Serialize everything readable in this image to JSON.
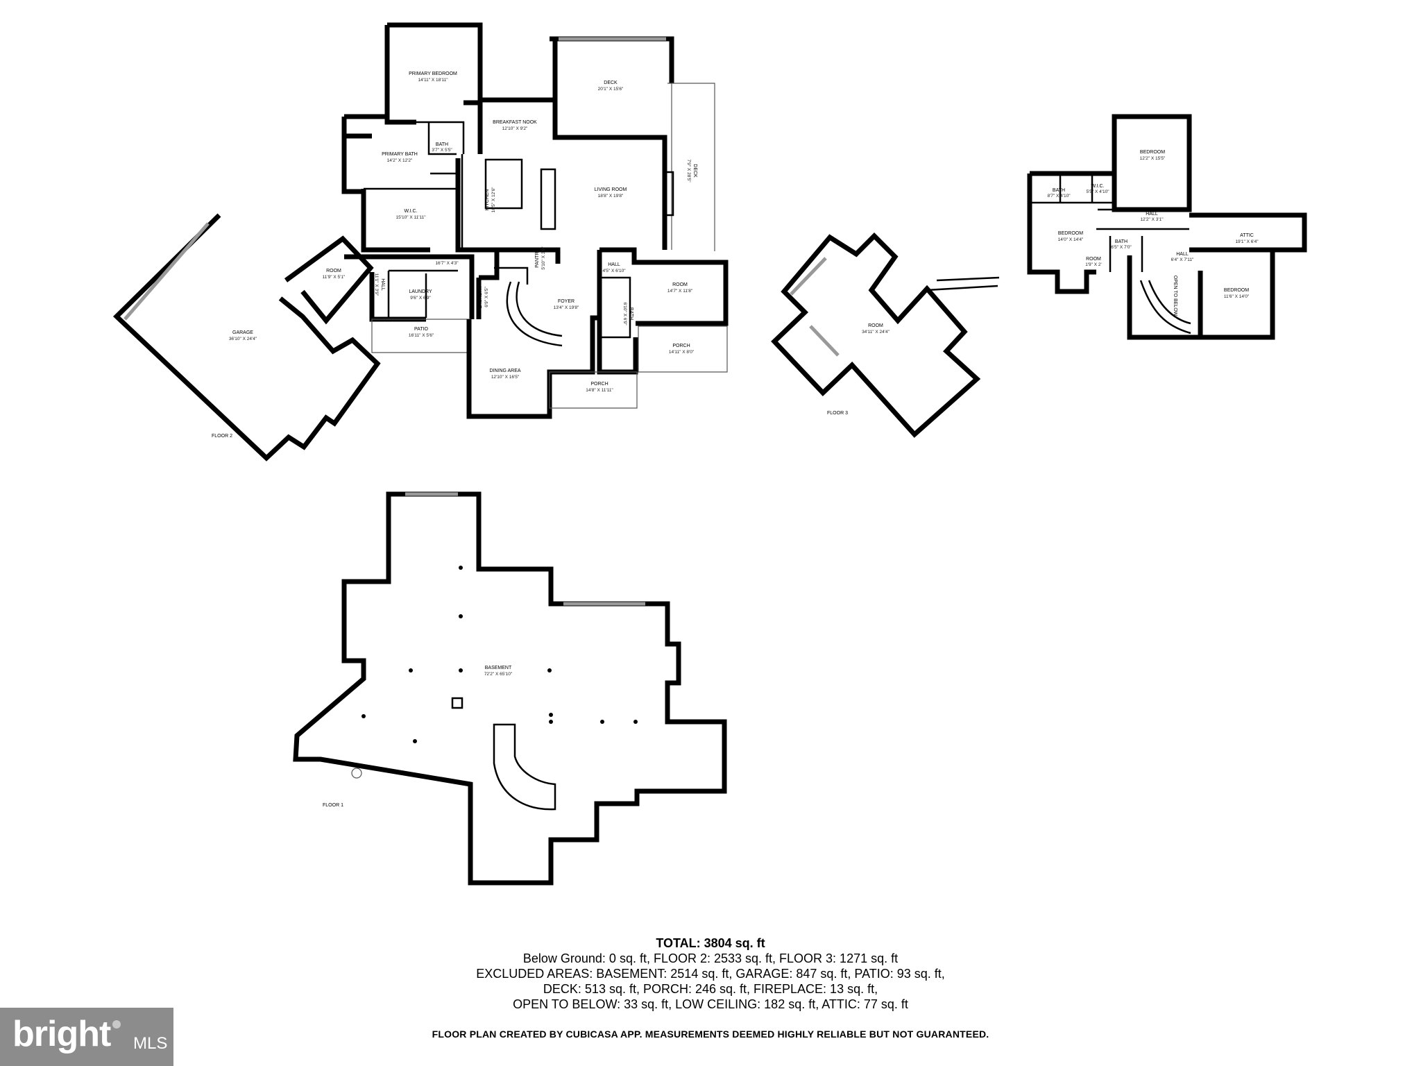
{
  "rooms": {
    "primary_bedroom": {
      "name": "PRIMARY BEDROOM",
      "dim": "14'11\" X 18'11\""
    },
    "deck_top": {
      "name": "DECK",
      "dim": "20'1\" X 15'6\""
    },
    "breakfast_nook": {
      "name": "BREAKFAST NOOK",
      "dim": "12'10\" X 9'2\""
    },
    "bath_primary_small": {
      "name": "BATH",
      "dim": "3'7\" X 5'5\""
    },
    "primary_bath": {
      "name": "PRIMARY BATH",
      "dim": "14'2\" X 12'2\""
    },
    "deck_side": {
      "name": "DECK",
      "dim": "7'9\" X 28'5\""
    },
    "kitchen": {
      "name": "KITCHEN",
      "dim": "16'5\" X 12'6\""
    },
    "living_room": {
      "name": "LIVING ROOM",
      "dim": "18'8\" X 19'8\""
    },
    "wic_main": {
      "name": "W.I.C.",
      "dim": "15'10\" X 11'11\""
    },
    "pantry": {
      "name": "PANTRY",
      "dim": "5'10\" X 3'9\""
    },
    "hall_main": {
      "name": "HALL",
      "dim": "16'7\" X 4'3\""
    },
    "hall_east": {
      "name": "HALL",
      "dim": "4'5\" X 6'10\""
    },
    "room_garage_side": {
      "name": "ROOM",
      "dim": "11'9\" X 5'1\""
    },
    "hall_vertical": {
      "name": "HALL",
      "dim": "11'1\" X 3'9\""
    },
    "laundry": {
      "name": "LAUNDRY",
      "dim": "9'6\" X 6'9\""
    },
    "laundry_vertical": {
      "name": "LAUNDRY",
      "dim": "6'9\" X 6'5\""
    },
    "foyer": {
      "name": "FOYER",
      "dim": "13'4\" X 19'8\""
    },
    "bath_main": {
      "name": "BATH",
      "dim": "6'10\" X 6'9\""
    },
    "room_east": {
      "name": "ROOM",
      "dim": "14'7\" X 11'8\""
    },
    "garage": {
      "name": "GARAGE",
      "dim": "36'10\" X 24'4\""
    },
    "patio": {
      "name": "PATIO",
      "dim": "16'11\" X 5'6\""
    },
    "porch_east": {
      "name": "PORCH",
      "dim": "14'11\" X 8'0\""
    },
    "dining_area": {
      "name": "DINING AREA",
      "dim": "12'10\" X 16'5\""
    },
    "porch_front": {
      "name": "PORCH",
      "dim": "14'8\" X 11'11\""
    },
    "room_floor3": {
      "name": "ROOM",
      "dim": "34'11\" X 24'4\""
    },
    "bedroom_up_top": {
      "name": "BEDROOM",
      "dim": "12'2\" X 15'5\""
    },
    "bath_up": {
      "name": "BATH",
      "dim": "8'7\" X 4'10\""
    },
    "wic_up": {
      "name": "W.I.C.",
      "dim": "5'5\" X 4'10\""
    },
    "hall_up": {
      "name": "HALL",
      "dim": "12'2\" X 3'1\""
    },
    "bedroom_up_left": {
      "name": "BEDROOM",
      "dim": "14'0\" X 14'4\""
    },
    "bath_up_small": {
      "name": "BATH",
      "dim": "6'5\" X 7'0\""
    },
    "attic": {
      "name": "ATTIC",
      "dim": "19'1\" X 6'4\""
    },
    "room_up_small": {
      "name": "ROOM",
      "dim": "1'9\" X 2'"
    },
    "hall_up_small": {
      "name": "HALL",
      "dim": "6'4\" X 7'11\""
    },
    "open_to_below": {
      "name": "OPEN TO BELOW"
    },
    "bedroom_up_right": {
      "name": "BEDROOM",
      "dim": "11'6\" X 14'0\""
    },
    "basement": {
      "name": "BASEMENT",
      "dim": "72'2\" X 65'10\""
    }
  },
  "floor_labels": {
    "floor2": "FLOOR 2",
    "floor3": "FLOOR 3",
    "floor1": "FLOOR 1"
  },
  "summary": {
    "total": "TOTAL: 3804 sq. ft",
    "line1": "Below Ground: 0 sq. ft, FLOOR 2: 2533 sq. ft, FLOOR 3: 1271 sq. ft",
    "line2": "EXCLUDED AREAS: BASEMENT: 2514 sq. ft, GARAGE: 847 sq. ft, PATIO: 93 sq. ft,",
    "line3": "DECK: 513 sq. ft, PORCH: 246 sq. ft, FIREPLACE: 13 sq. ft,",
    "line4": "OPEN TO BELOW: 33 sq. ft, LOW CEILING: 182 sq. ft, ATTIC: 77 sq. ft",
    "disclaimer": "FLOOR PLAN CREATED BY CUBICASA APP. MEASUREMENTS DEEMED HIGHLY RELIABLE BUT NOT GUARANTEED."
  },
  "logo": {
    "brand": "bright",
    "suffix": "MLS"
  }
}
